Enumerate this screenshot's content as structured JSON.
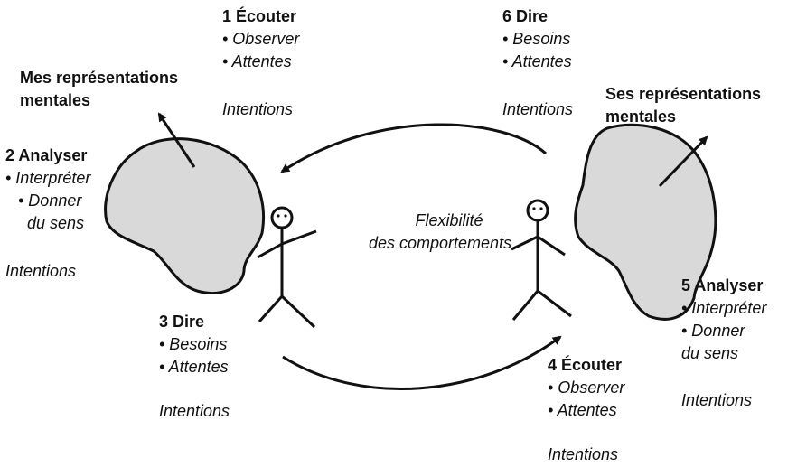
{
  "left_title": {
    "line1": "Mes représentations",
    "line2": "mentales"
  },
  "right_title": {
    "line1": "Ses représentations",
    "line2": "mentales"
  },
  "step1": {
    "title": "1 Écouter",
    "items": [
      "• Observer",
      "• Attentes"
    ],
    "intentions": "Intentions"
  },
  "step2": {
    "title": "2 Analyser",
    "items": [
      "• Interpréter",
      "• Donner",
      "du sens"
    ],
    "intentions": "Intentions"
  },
  "step3": {
    "title": "3 Dire",
    "items": [
      "• Besoins",
      "• Attentes"
    ],
    "intentions": "Intentions"
  },
  "step4": {
    "title": "4 Écouter",
    "items": [
      "• Observer",
      "• Attentes"
    ],
    "intentions": "Intentions"
  },
  "step5": {
    "title": "5 Analyser",
    "items": [
      "• Interpréter",
      "• Donner",
      "du sens"
    ],
    "intentions": "Intentions"
  },
  "step6": {
    "title": "6 Dire",
    "items": [
      "• Besoins",
      "• Attentes"
    ],
    "intentions": "Intentions"
  },
  "center": {
    "line1": "Flexibilité",
    "line2": "des comportements"
  },
  "colors": {
    "head_fill": "#d9d9d9",
    "ink": "#111111"
  }
}
